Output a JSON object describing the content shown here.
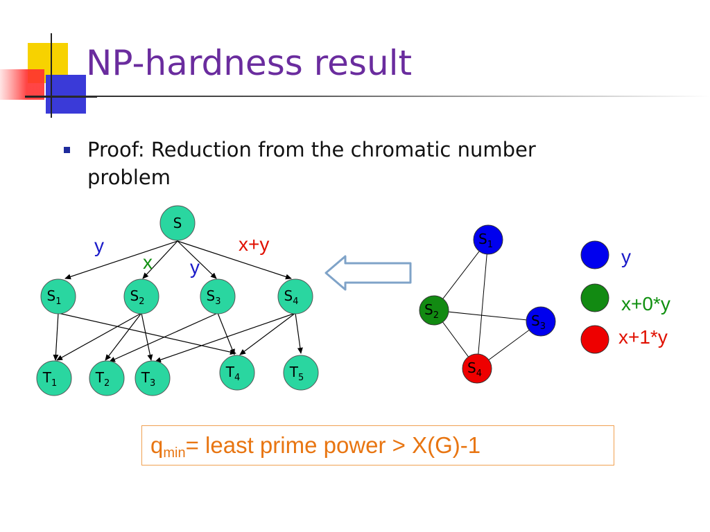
{
  "slide": {
    "title": "NP-hardness result",
    "bullet_text": "Proof: Reduction from the chromatic number problem"
  },
  "colors": {
    "title": "#6a2c9e",
    "node_teal": "#2ad6a0",
    "node_blue": "#0000ee",
    "node_green": "#128a12",
    "node_red": "#ee0000",
    "label_blue": "#1a1ac8",
    "label_green": "#109010",
    "label_red": "#e01000",
    "formula": "#e87511"
  },
  "tree": {
    "root": "S",
    "level1": [
      "S1",
      "S2",
      "S3",
      "S4"
    ],
    "level2": [
      "T1",
      "T2",
      "T3",
      "T4",
      "T5"
    ],
    "edge_labels": {
      "y_left": "y",
      "x": "x",
      "y_mid": "y",
      "xy": "x+y"
    }
  },
  "graph": {
    "nodes": [
      "S1",
      "S2",
      "S3",
      "S4"
    ],
    "edges": [
      [
        "S1",
        "S2"
      ],
      [
        "S1",
        "S4"
      ],
      [
        "S2",
        "S3"
      ],
      [
        "S2",
        "S4"
      ],
      [
        "S3",
        "S4"
      ]
    ]
  },
  "legend": [
    {
      "color": "blue",
      "label": "y"
    },
    {
      "color": "green",
      "label": "x+0*y"
    },
    {
      "color": "red",
      "label": "x+1*y"
    }
  ],
  "formula": {
    "q": "q",
    "sub": "min",
    "rest": "= least prime power > X(G)-1"
  }
}
